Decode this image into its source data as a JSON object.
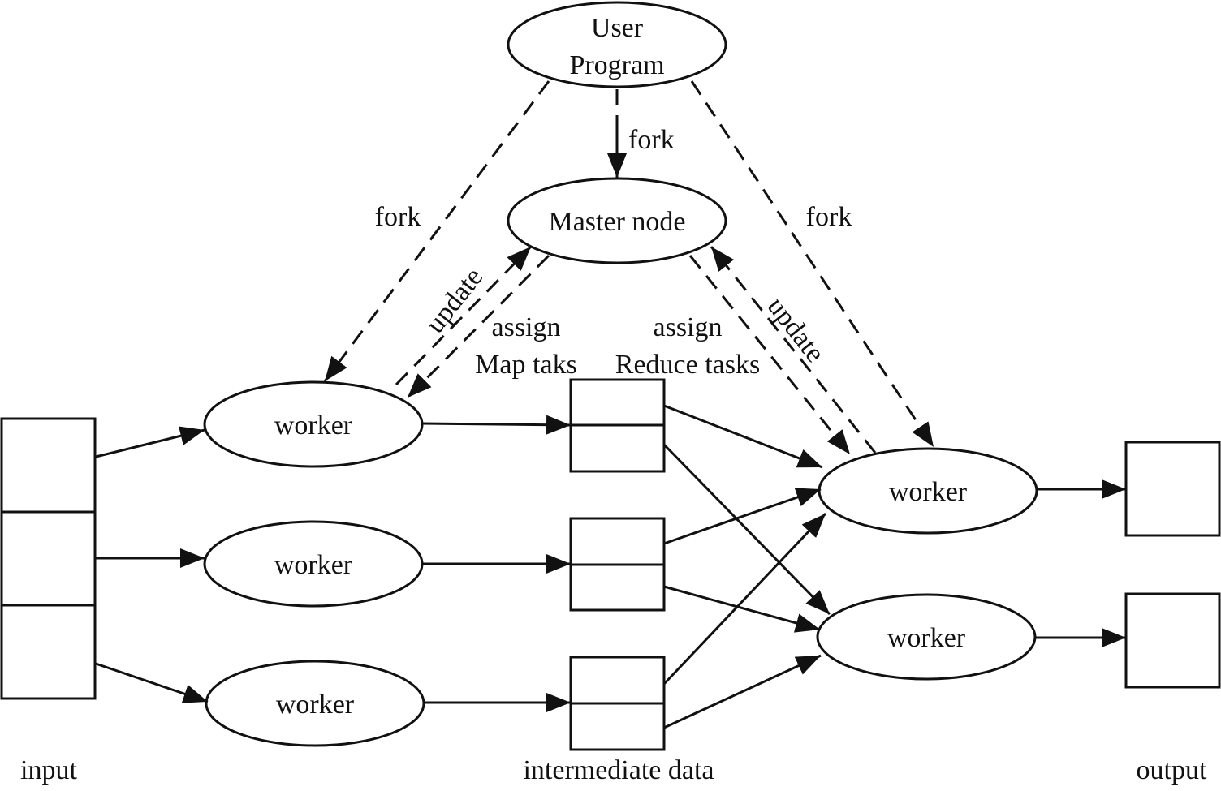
{
  "nodes": {
    "user_program": {
      "line1": "User",
      "line2": "Program"
    },
    "master": "Master node",
    "map_workers": [
      "worker",
      "worker",
      "worker"
    ],
    "reduce_workers": [
      "worker",
      "worker"
    ]
  },
  "edge_labels": {
    "fork_center": "fork",
    "fork_left": "fork",
    "fork_right": "fork",
    "update_left": "update",
    "update_right": "update",
    "assign_map": {
      "line1": "assign",
      "line2": "Map taks"
    },
    "assign_reduce": {
      "line1": "assign",
      "line2": "Reduce tasks"
    }
  },
  "captions": {
    "input": "input",
    "intermediate": "intermediate data",
    "output": "output"
  }
}
